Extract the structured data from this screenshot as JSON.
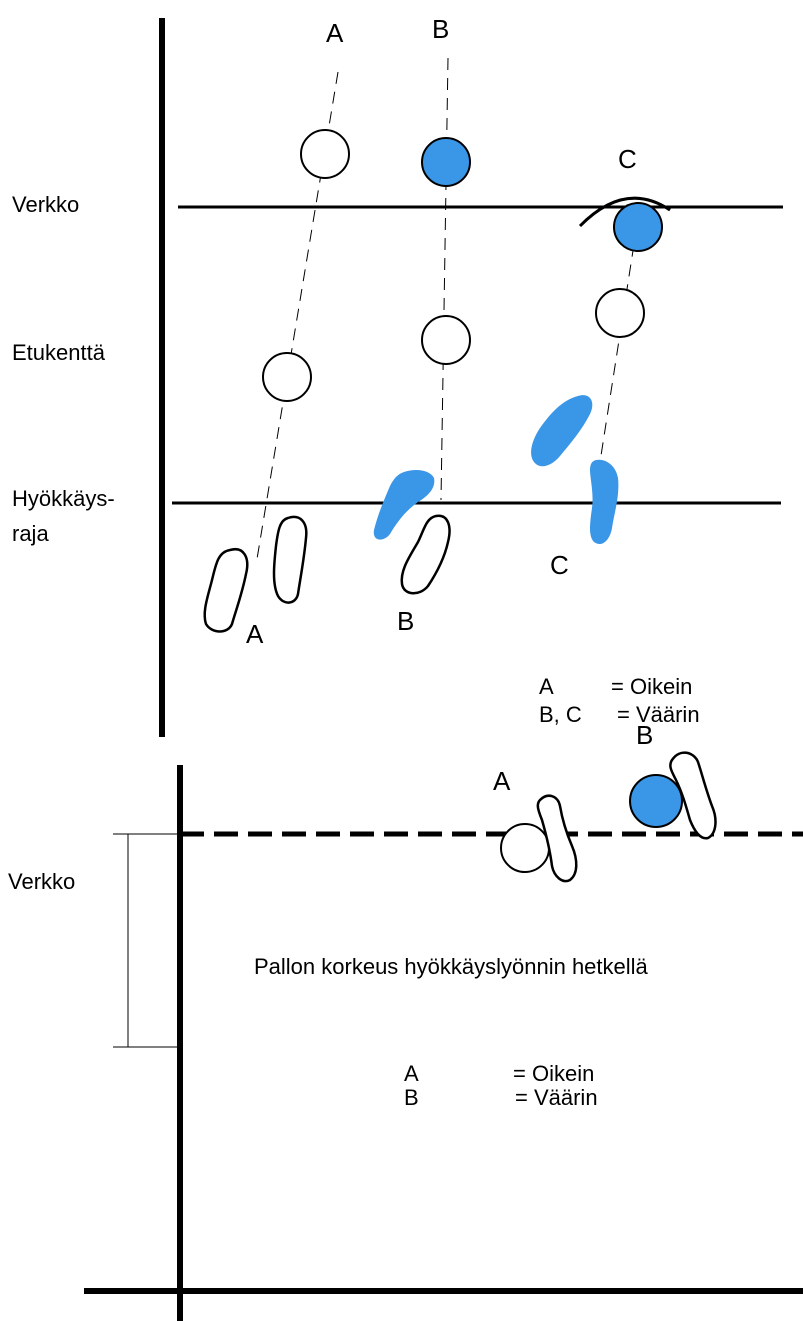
{
  "colors": {
    "line": "#000000",
    "ball_fault": "#3A96E6",
    "foot_fault": "#3A96E6",
    "ball_ok": "#ffffff"
  },
  "top_diagram": {
    "labels": {
      "net": "Verkko",
      "front_zone": "Etukenttä",
      "attack_line_1": "Hyökkäys-",
      "attack_line_2": "raja"
    },
    "trajectory_labels": {
      "a": "A",
      "b": "B",
      "c": "C"
    },
    "foot_labels": {
      "a": "A",
      "b": "B",
      "c": "C"
    },
    "legend": {
      "row1_key": "A",
      "row1_value": "= Oikein",
      "row2_key": "B, C",
      "row2_value": "= Väärin"
    }
  },
  "bottom_diagram": {
    "labels": {
      "net": "Verkko",
      "caption": "Pallon korkeus hyökkäyslyönnin hetkellä"
    },
    "ball_labels": {
      "a": "A",
      "b": "B"
    },
    "legend": {
      "row1_key": "A",
      "row1_value": "= Oikein",
      "row2_key": "B",
      "row2_value": "= Väärin"
    }
  }
}
